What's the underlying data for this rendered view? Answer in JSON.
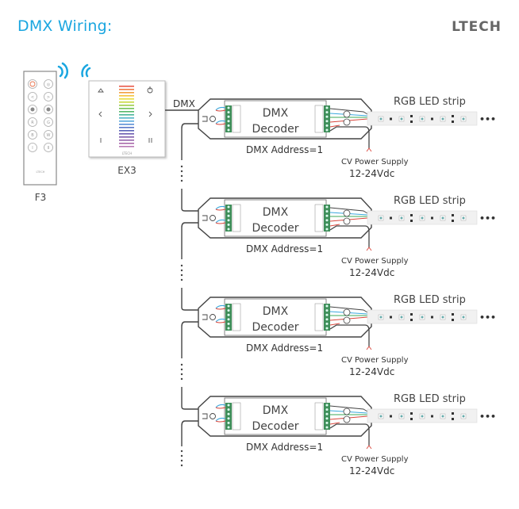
{
  "header": {
    "title": "DMX Wiring:",
    "brand": "LTECH"
  },
  "colors": {
    "title": "#1aa6e0",
    "wifi": "#1aa6e0",
    "terminal": "#3f8f5a",
    "wire_blue": "#3aa8dd",
    "wire_green": "#3daa5a",
    "wire_red": "#d9453b",
    "outline": "#444444"
  },
  "devices": {
    "remote": {
      "label": "F3",
      "brand": "LTECH",
      "buttons": [
        "power",
        "mode",
        "left",
        "right",
        "dim-down",
        "dim-up",
        "R",
        "G",
        "B",
        "W",
        "play",
        "pause"
      ]
    },
    "panel": {
      "label": "EX3",
      "brand": "LTECH",
      "buttons": [
        "mode",
        "power",
        "left",
        "right",
        "speed",
        "pause"
      ]
    }
  },
  "wiring": {
    "dmx_label": "DMX",
    "continuation": "⋮"
  },
  "decoders": [
    {
      "name_line1": "DMX",
      "name_line2": "Decoder",
      "address": "DMX Address=1",
      "strip_label": "RGB LED strip",
      "supply_line1": "CV Power Supply",
      "supply_line2": "12-24Vdc"
    },
    {
      "name_line1": "DMX",
      "name_line2": "Decoder",
      "address": "DMX Address=1",
      "strip_label": "RGB LED strip",
      "supply_line1": "CV Power Supply",
      "supply_line2": "12-24Vdc"
    },
    {
      "name_line1": "DMX",
      "name_line2": "Decoder",
      "address": "DMX Address=1",
      "strip_label": "RGB LED strip",
      "supply_line1": "CV Power Supply",
      "supply_line2": "12-24Vdc"
    },
    {
      "name_line1": "DMX",
      "name_line2": "Decoder",
      "address": "DMX Address=1",
      "strip_label": "RGB LED strip",
      "supply_line1": "CV Power Supply",
      "supply_line2": "12-24Vdc"
    }
  ],
  "strip": {
    "ellipsis": "•••"
  }
}
